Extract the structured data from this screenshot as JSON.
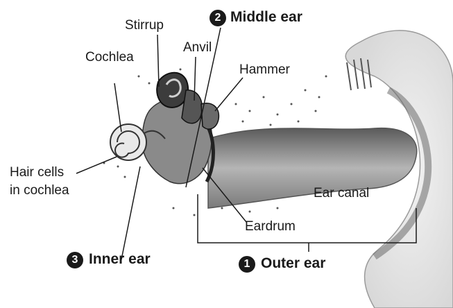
{
  "labels": {
    "stirrup": "Stirrup",
    "middle_ear": "Middle ear",
    "middle_ear_num": "2",
    "anvil": "Anvil",
    "cochlea": "Cochlea",
    "hammer": "Hammer",
    "hair_cells_line1": "Hair cells",
    "hair_cells_line2": "in cochlea",
    "ear_canal": "Ear canal",
    "eardrum": "Eardrum",
    "inner_ear": "Inner ear",
    "inner_ear_num": "3",
    "outer_ear": "Outer ear",
    "outer_ear_num": "1"
  },
  "colors": {
    "ink": "#1a1a1a",
    "shade_dark": "#4a4a4a",
    "shade_mid": "#8c8c8c",
    "shade_light": "#cfcfcf"
  }
}
